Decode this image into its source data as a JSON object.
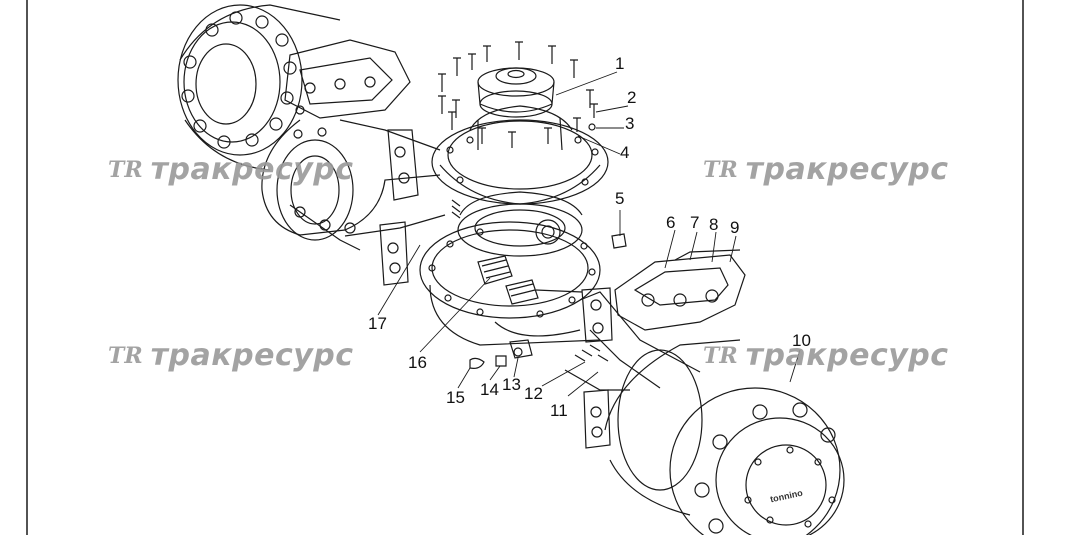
{
  "callouts": [
    "1",
    "2",
    "3",
    "4",
    "5",
    "6",
    "7",
    "8",
    "9",
    "10",
    "11",
    "12",
    "13",
    "14",
    "15",
    "16",
    "17"
  ],
  "watermark": {
    "logo": "TR",
    "text": "тракресурс"
  },
  "hub_logo": {
    "line1": "tonnino",
    "line2": ""
  },
  "colors": {
    "line": "#1a1a1a",
    "watermark": "#9a9a9a",
    "background": "#ffffff"
  }
}
